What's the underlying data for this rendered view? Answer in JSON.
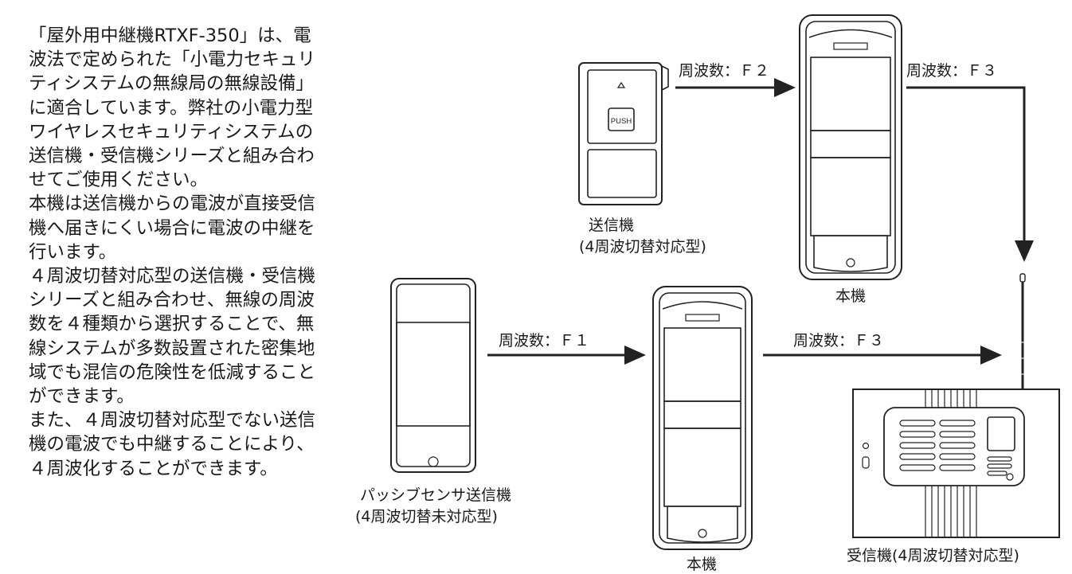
{
  "description": {
    "paragraphs": [
      "「屋外用中継機RTXF-350」は、電波法で定められた「小電力セキュリティシステムの無線局の無線設備」に適合しています。弊社の小電力型ワイヤレスセキュリティシステムの送信機・受信機シリーズと組み合わせてご使用ください。",
      "本機は送信機からの電波が直接受信機へ届きにくい場合に電波の中継を行います。",
      "４周波切替対応型の送信機・受信機シリーズと組み合わせ、無線の周波数を４種類から選択することで、無線システムが多数設置された密集地域でも混信の危険性を低減することができます。",
      "また、４周波切替対応型でない送信機の電波でも中継することにより、４周波化することができます。"
    ]
  },
  "devices": {
    "transmitter": {
      "name": "送信機",
      "type": "(4周波切替対応型)",
      "button": "PUSH"
    },
    "passive_sensor": {
      "name": "パッシブセンサ送信機",
      "type": "(4周波切替未対応型)"
    },
    "repeater_top": {
      "name": "本機"
    },
    "repeater_bottom": {
      "name": "本機"
    },
    "receiver": {
      "name": "受信機",
      "type": "(4周波切替対応型)"
    }
  },
  "frequencies": {
    "f2": "周波数：Ｆ２",
    "f3_top": "周波数：Ｆ３",
    "f1": "周波数：Ｆ１",
    "f3_bottom": "周波数：Ｆ３"
  },
  "colors": {
    "line": "#222222",
    "text": "#1a1a1a"
  }
}
